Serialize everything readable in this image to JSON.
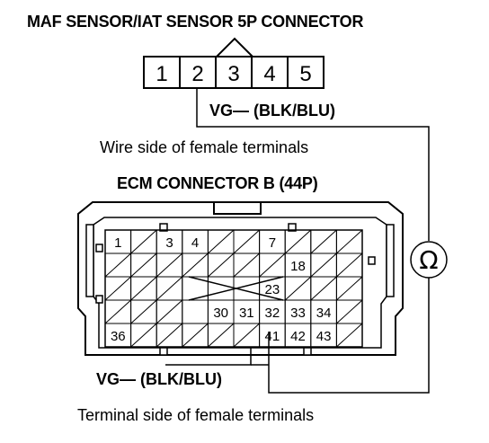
{
  "maf_connector": {
    "title": "MAF SENSOR/IAT SENSOR 5P CONNECTOR",
    "pins": [
      "1",
      "2",
      "3",
      "4",
      "5"
    ],
    "wire_label": "VG— (BLK/BLU)",
    "caption": "Wire side of female terminals"
  },
  "ecm_connector": {
    "title": "ECM CONNECTOR B (44P)",
    "rows": [
      [
        "1",
        "",
        "3",
        "4",
        "",
        "",
        "7",
        "",
        "",
        ""
      ],
      [
        "",
        "",
        "",
        "",
        "",
        "",
        "",
        "18",
        "",
        ""
      ],
      [
        "",
        "",
        "",
        "",
        "",
        "",
        "23",
        "",
        "",
        ""
      ],
      [
        "",
        "",
        "",
        "",
        "30",
        "31",
        "32",
        "33",
        "34",
        ""
      ],
      [
        "36",
        "",
        "",
        "",
        "",
        "",
        "41",
        "42",
        "43",
        ""
      ]
    ],
    "wire_label": "VG— (BLK/BLU)",
    "caption": "Terminal side of female terminals"
  },
  "meter": {
    "symbol": "Ω"
  },
  "colors": {
    "ink": "#000000",
    "paper": "#ffffff"
  }
}
